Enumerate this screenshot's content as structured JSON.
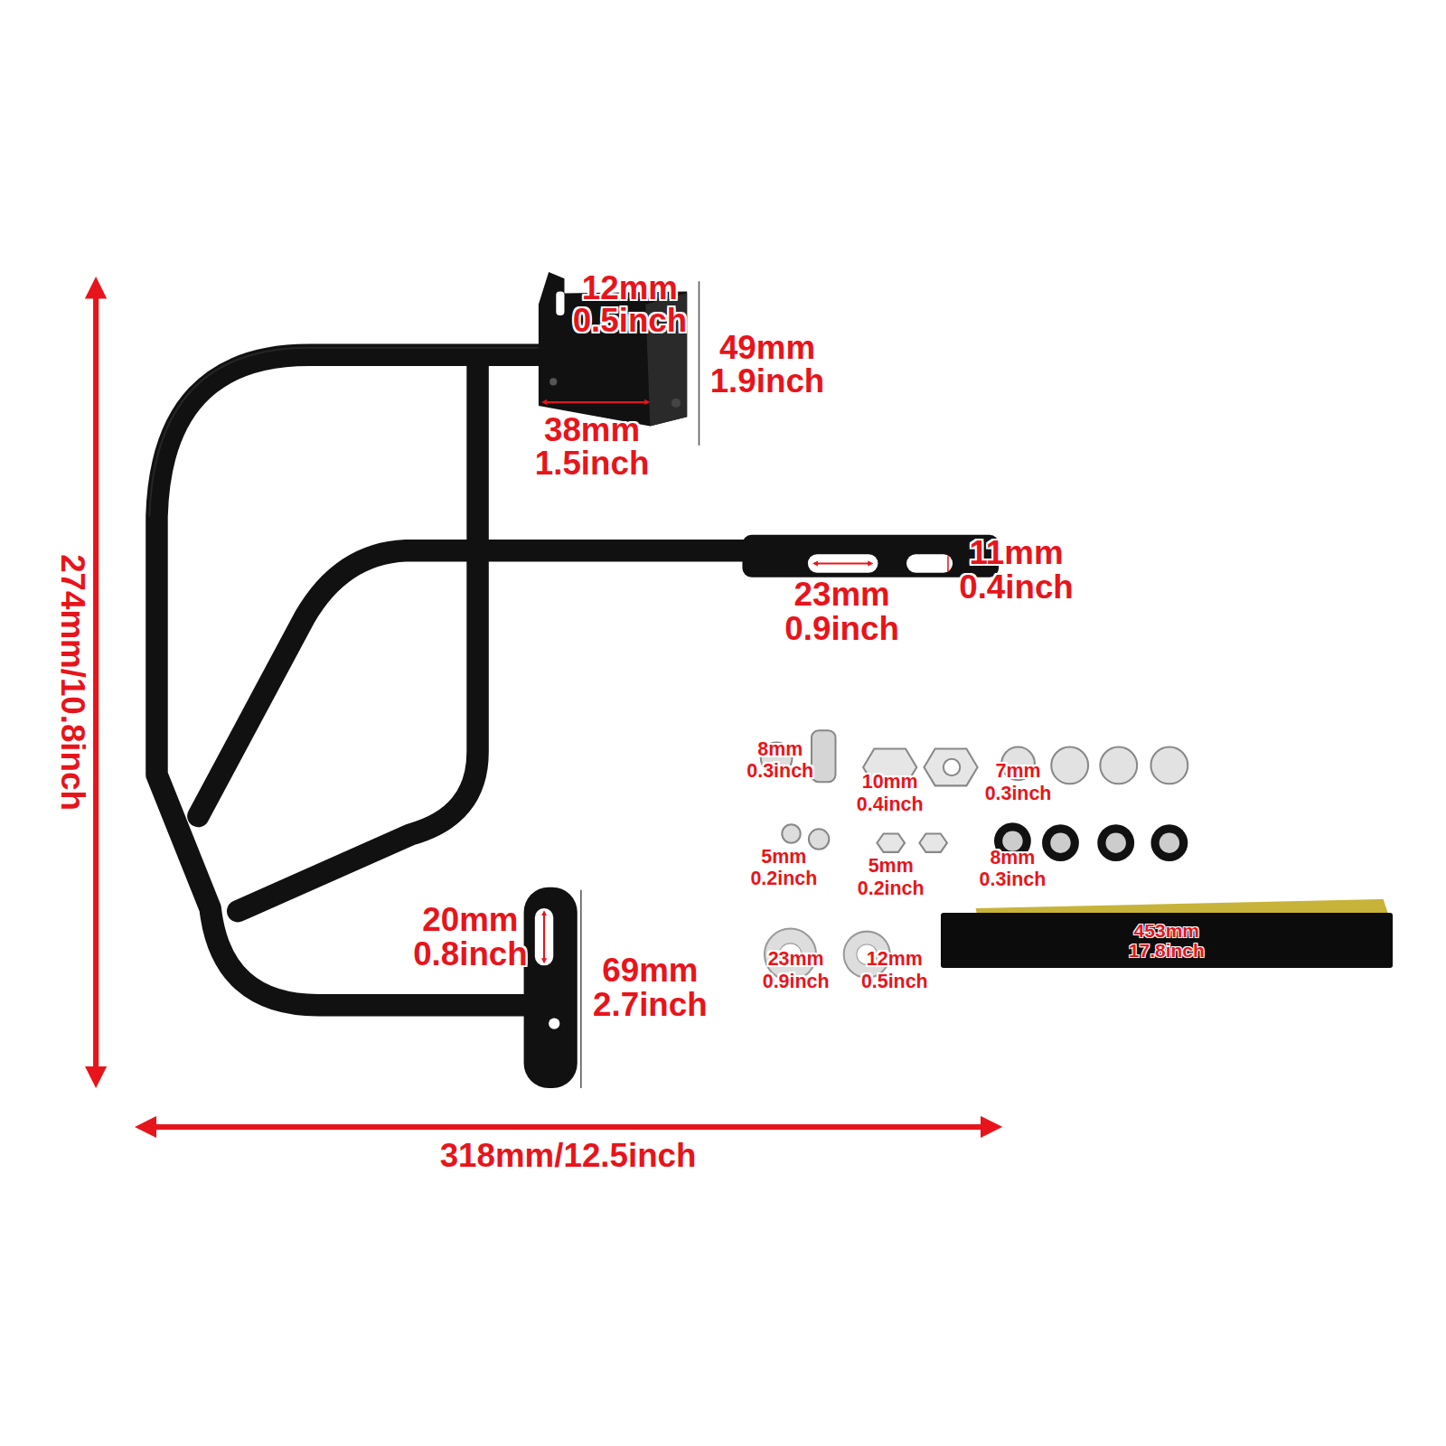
{
  "diagram": {
    "nodes": [
      {
        "text": [
          "453mm 17.8inch"
        ]
      }
    ],
    "labels": [
      "12mm",
      "0.5inch",
      "49mm",
      "1.9inch",
      "38mm",
      "1.5inch",
      "11mm",
      "0.4inch",
      "23mm",
      "0.9inch",
      "274mm/10.8inch",
      "20mm",
      "0.8inch",
      "69mm",
      "2.7inch",
      "318mm/12.5inch",
      "8mm",
      "0.3inch",
      "10mm",
      "0.4inch",
      "7mm",
      "0.3inch",
      "5mm",
      "0.2inch",
      "5mm",
      "0.2inch",
      "8mm",
      "0.3inch",
      "23mm",
      "0.9inch",
      "12mm",
      "0.5inch"
    ]
  }
}
